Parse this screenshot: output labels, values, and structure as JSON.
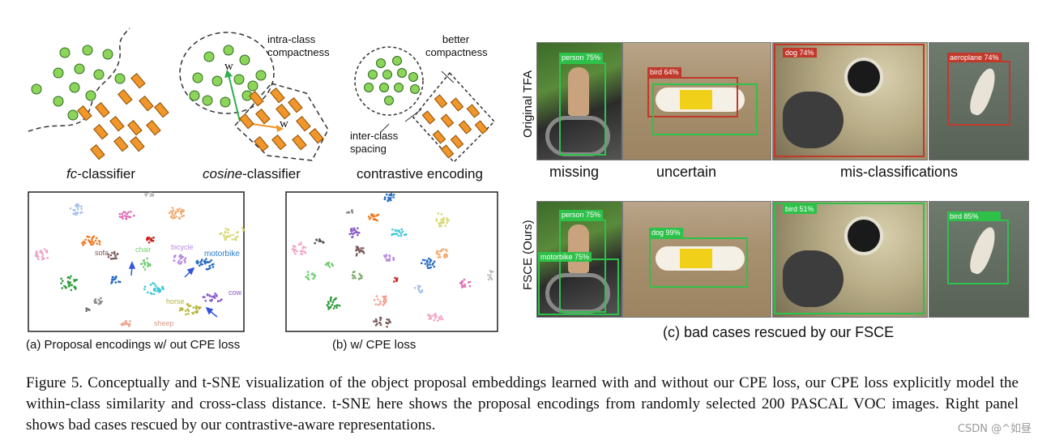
{
  "concept": {
    "fc_label": [
      "fc",
      "-classifier"
    ],
    "cosine_label": [
      "cosine",
      "-classifier"
    ],
    "contrastive_label": "contrastive encoding",
    "intra_class": "intra-class compactness",
    "better": "better compactness",
    "inter_class": "inter-class spacing",
    "w_symbol": "w"
  },
  "tsne": {
    "a_caption": "(a) Proposal encodings w/ out CPE loss",
    "b_caption": "(b)  w/ CPE loss",
    "class_labels": [
      {
        "text": "sofa",
        "color": "#7a5a5a"
      },
      {
        "text": "chair",
        "color": "#6fcf6f"
      },
      {
        "text": "bicycle",
        "color": "#b78be0"
      },
      {
        "text": "motorbike",
        "color": "#2b7bc7"
      },
      {
        "text": "cow",
        "color": "#8a5cc7"
      },
      {
        "text": "horse",
        "color": "#b4b43a"
      },
      {
        "text": "sheep",
        "color": "#d49a8a"
      }
    ]
  },
  "cases": {
    "row1_label": "Original  TFA",
    "row2_label": "FSCE (Ours)",
    "categories": [
      "missing",
      "uncertain",
      "mis-classifications"
    ],
    "caption": "(c) bad cases rescued by our FSCE",
    "row1": [
      "person 75%",
      "bird 64%",
      "dog 74%",
      "aeroplane 74%"
    ],
    "row2": [
      "person 75%",
      "motorbike 75%",
      "dog 99%",
      "bird 51%",
      "bird 85%"
    ]
  },
  "figure_caption": "Figure 5. Conceptually and t-SNE visualization of the object proposal embeddings learned with and without our CPE loss, our CPE loss explicitly model the within-class similarity and cross-class distance.  t-SNE here shows the proposal encodings from randomly selected 200 PASCAL VOC images. Right panel shows bad cases rescued by our contrastive-aware representations.",
  "watermark": "CSDN @^如昼",
  "colors": {
    "green_dot": "#8cd45a",
    "orange_box": "#f0962a",
    "det_green": "#2ec14a",
    "det_red": "#c0392b"
  }
}
